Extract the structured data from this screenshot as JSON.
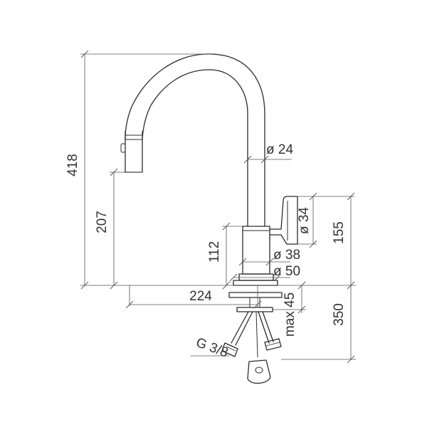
{
  "dimensions": {
    "overall_height": "418",
    "spout_height": "207",
    "body_height": "112",
    "reach": "224",
    "spout_diameter": "ø 24",
    "handle_diameter": "ø 34",
    "body_diameter": "ø 38",
    "base_diameter": "ø 50",
    "lever_height": "155",
    "max_deck_thickness": "max 45",
    "hose_length": "350",
    "thread": "G 3/8"
  },
  "colors": {
    "line": "#2b2b2b",
    "dimension_line": "#555555",
    "text": "#333333",
    "background": "#ffffff"
  }
}
